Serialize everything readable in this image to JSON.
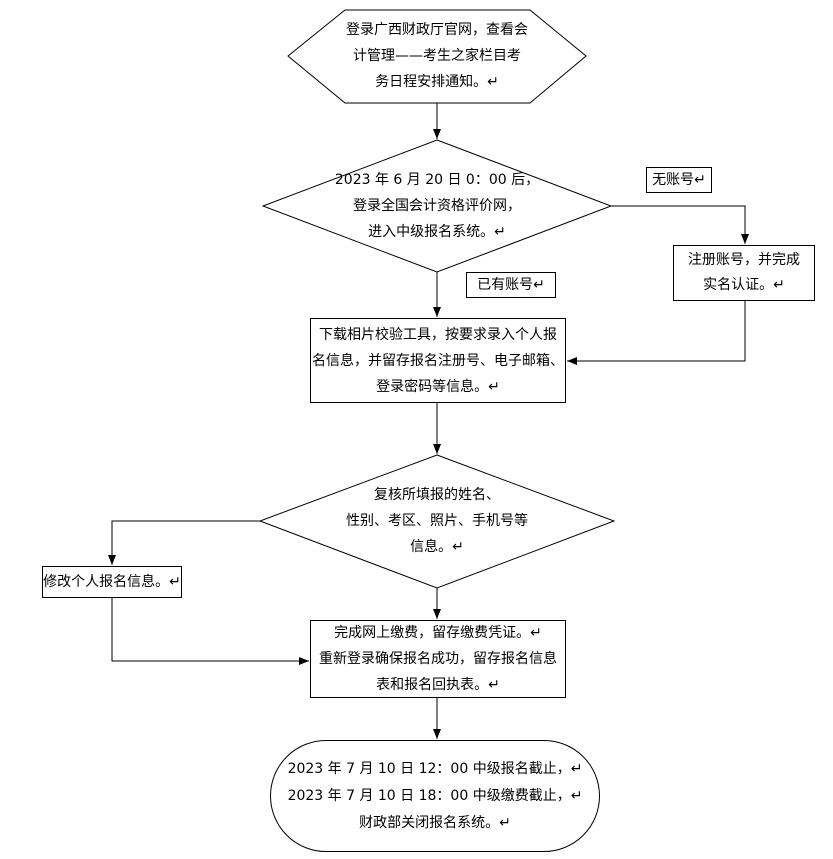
{
  "flowchart": {
    "start": {
      "lines": [
        "登录广西财政厅官网，查看会",
        "计管理——考生之家栏目考",
        "务日程安排通知。↵"
      ]
    },
    "decision_login": {
      "lines": [
        "2023 年 6 月 20 日 0：00 后，",
        "登录全国会计资格评价网，",
        "进入中级报名系统。↵"
      ]
    },
    "label_no_account": "无账号↵",
    "register": {
      "lines": [
        "注册账号，并完成",
        "实名认证。↵"
      ]
    },
    "label_has_account": "已有账号↵",
    "fill_info": {
      "lines": [
        "下载相片校验工具，按要求录入个人报",
        "名信息，并留存报名注册号、电子邮箱、",
        "登录密码等信息。↵"
      ]
    },
    "decision_review": {
      "lines": [
        "复核所填报的姓名、",
        "性别、考区、照片、手机号等",
        "信息。↵"
      ]
    },
    "modify_label": "修改个人报名信息。↵",
    "payment": {
      "lines": [
        "完成网上缴费，留存缴费凭证。↵",
        "重新登录确保报名成功，留存报名信息",
        "表和报名回执表。↵"
      ]
    },
    "deadline": {
      "lines": [
        "2023 年 7 月 10 日 12：00 中级报名截止，↵",
        "2023 年 7 月 10 日 18：00 中级缴费截止，↵",
        "财政部关闭报名系统。↵"
      ]
    }
  },
  "colors": {
    "line": "#000000",
    "text": "#000000",
    "background": "#ffffff"
  }
}
